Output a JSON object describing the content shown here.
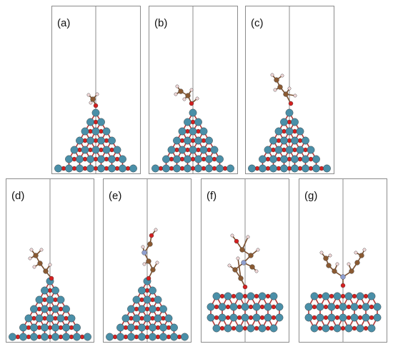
{
  "panels": [
    {
      "label": "(a)"
    },
    {
      "label": "(b)"
    },
    {
      "label": "(c)"
    },
    {
      "label": "(d)"
    },
    {
      "label": "(e)"
    },
    {
      "label": "(f)"
    },
    {
      "label": "(g)"
    }
  ],
  "colors": {
    "frame": "#8c8c8c",
    "metal_atom": "#4a8fa8",
    "oxygen_atom": "#d42020",
    "carbon_atom": "#8a5a32",
    "hydrogen_atom": "#f2d8d8",
    "nitrogen_atom": "#8f9fd0",
    "bond": "#b23a3a"
  }
}
